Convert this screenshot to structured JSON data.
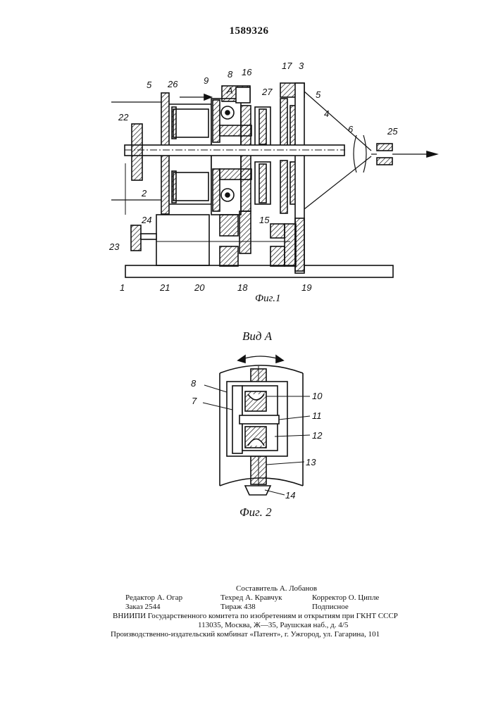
{
  "patent_number": "1589326",
  "figure1": {
    "caption": "Фиг.1",
    "arrow_label": "A",
    "labels": [
      "5",
      "26",
      "9",
      "8",
      "16",
      "17",
      "3",
      "5",
      "22",
      "27",
      "4",
      "6",
      "25",
      "2",
      "15",
      "24",
      "23",
      "1",
      "21",
      "20",
      "18",
      "19"
    ]
  },
  "figure2": {
    "view_title": "Вид А",
    "caption": "Фиг. 2",
    "labels": [
      "8",
      "7",
      "10",
      "11",
      "12",
      "13",
      "14"
    ]
  },
  "imprint": {
    "compiler": "Составитель А. Лобанов",
    "editor": "Редактор А. Огар",
    "techred": "Техред А. Кравчук",
    "corrector": "Корректор О. Ципле",
    "order": "Заказ 2544",
    "circulation": "Тираж 438",
    "subscription": "Подписное",
    "vniipi": "ВНИИПИ Государственного комитета по изобретениям и открытиям при ГКНТ СССР",
    "address": "113035, Москва, Ж—35, Раушская наб., д. 4/5",
    "publisher": "Производственно-издательский комбинат «Патент», г. Ужгород, ул. Гагарина, 101"
  }
}
